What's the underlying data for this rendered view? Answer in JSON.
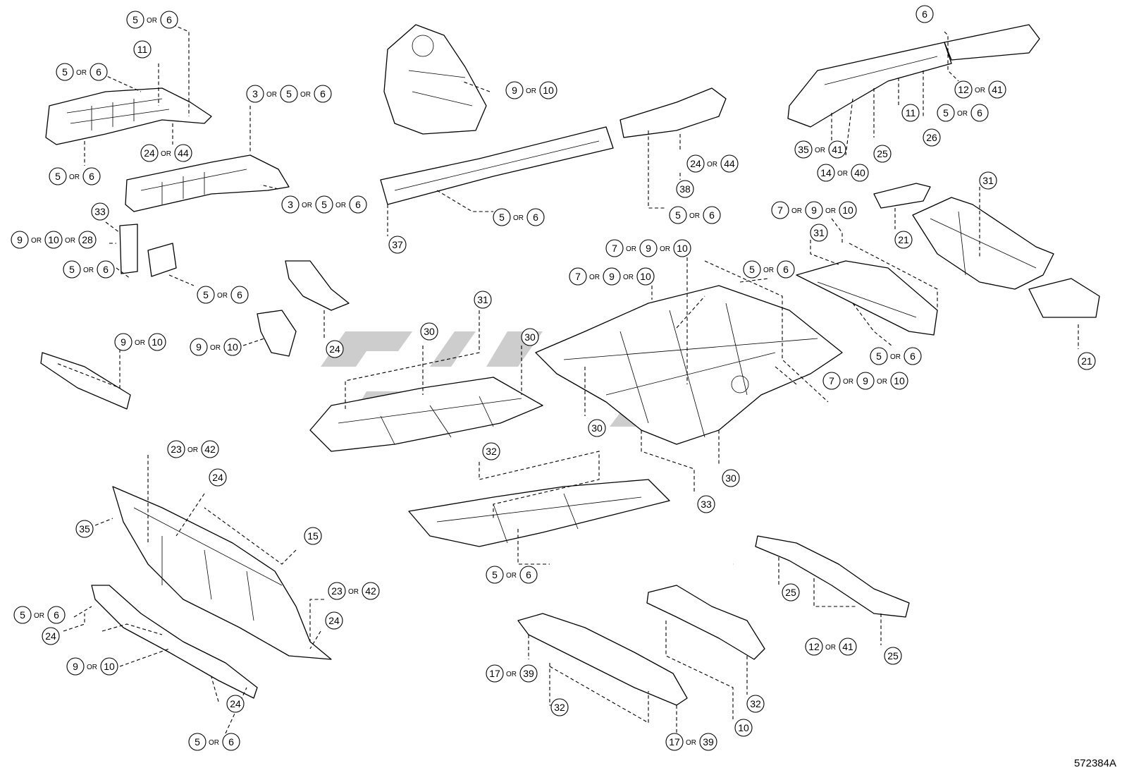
{
  "figure_code": "572384A",
  "connector_word": "OR",
  "callouts": [
    {
      "id": "c1",
      "parts": [
        "5",
        "6"
      ]
    },
    {
      "id": "c2",
      "parts": [
        "11"
      ]
    },
    {
      "id": "c3",
      "parts": [
        "5",
        "6"
      ]
    },
    {
      "id": "c4",
      "parts": [
        "24",
        "44"
      ]
    },
    {
      "id": "c5",
      "parts": [
        "5",
        "6"
      ]
    },
    {
      "id": "c6",
      "parts": [
        "3",
        "5",
        "6"
      ]
    },
    {
      "id": "c7",
      "parts": [
        "3",
        "5",
        "6"
      ]
    },
    {
      "id": "c8",
      "parts": [
        "9",
        "10"
      ]
    },
    {
      "id": "c9",
      "parts": [
        "5",
        "6"
      ]
    },
    {
      "id": "c10",
      "parts": [
        "37"
      ]
    },
    {
      "id": "c11",
      "parts": [
        "24",
        "44"
      ]
    },
    {
      "id": "c12",
      "parts": [
        "38"
      ]
    },
    {
      "id": "c13",
      "parts": [
        "5",
        "6"
      ]
    },
    {
      "id": "c14",
      "parts": [
        "6"
      ]
    },
    {
      "id": "c15",
      "parts": [
        "12",
        "41"
      ]
    },
    {
      "id": "c16",
      "parts": [
        "5",
        "6"
      ]
    },
    {
      "id": "c17",
      "parts": [
        "11"
      ]
    },
    {
      "id": "c18",
      "parts": [
        "26"
      ]
    },
    {
      "id": "c19",
      "parts": [
        "35",
        "41"
      ]
    },
    {
      "id": "c20",
      "parts": [
        "25"
      ]
    },
    {
      "id": "c21",
      "parts": [
        "14",
        "40"
      ]
    },
    {
      "id": "c22",
      "parts": [
        "33"
      ]
    },
    {
      "id": "c23",
      "parts": [
        "9",
        "10",
        "28"
      ]
    },
    {
      "id": "c24",
      "parts": [
        "5",
        "6"
      ]
    },
    {
      "id": "c25",
      "parts": [
        "5",
        "6"
      ]
    },
    {
      "id": "c26",
      "parts": [
        "7",
        "9",
        "10"
      ]
    },
    {
      "id": "c27",
      "parts": [
        "31"
      ]
    },
    {
      "id": "c28",
      "parts": [
        "21"
      ]
    },
    {
      "id": "c29",
      "parts": [
        "31"
      ]
    },
    {
      "id": "c30",
      "parts": [
        "7",
        "9",
        "10"
      ]
    },
    {
      "id": "c31",
      "parts": [
        "7",
        "9",
        "10"
      ]
    },
    {
      "id": "c32",
      "parts": [
        "5",
        "6"
      ]
    },
    {
      "id": "c33",
      "parts": [
        "9",
        "10"
      ]
    },
    {
      "id": "c34",
      "parts": [
        "9",
        "10"
      ]
    },
    {
      "id": "c35",
      "parts": [
        "24"
      ]
    },
    {
      "id": "c36",
      "parts": [
        "31"
      ]
    },
    {
      "id": "c37",
      "parts": [
        "30"
      ]
    },
    {
      "id": "c38",
      "parts": [
        "30"
      ]
    },
    {
      "id": "c39",
      "parts": [
        "5",
        "6"
      ]
    },
    {
      "id": "c40",
      "parts": [
        "21"
      ]
    },
    {
      "id": "c41",
      "parts": [
        "7",
        "9",
        "10"
      ]
    },
    {
      "id": "c42",
      "parts": [
        "30"
      ]
    },
    {
      "id": "c43",
      "parts": [
        "30"
      ]
    },
    {
      "id": "c44",
      "parts": [
        "32"
      ]
    },
    {
      "id": "c45",
      "parts": [
        "33"
      ]
    },
    {
      "id": "c46",
      "parts": [
        "23",
        "42"
      ]
    },
    {
      "id": "c47",
      "parts": [
        "24"
      ]
    },
    {
      "id": "c48",
      "parts": [
        "35"
      ]
    },
    {
      "id": "c49",
      "parts": [
        "15"
      ]
    },
    {
      "id": "c50",
      "parts": [
        "5",
        "6"
      ]
    },
    {
      "id": "c51",
      "parts": [
        "23",
        "42"
      ]
    },
    {
      "id": "c52",
      "parts": [
        "5",
        "6"
      ]
    },
    {
      "id": "c53",
      "parts": [
        "24"
      ]
    },
    {
      "id": "c54",
      "parts": [
        "24"
      ]
    },
    {
      "id": "c55",
      "parts": [
        "9",
        "10"
      ]
    },
    {
      "id": "c56",
      "parts": [
        "24"
      ]
    },
    {
      "id": "c57",
      "parts": [
        "5",
        "6"
      ]
    },
    {
      "id": "c58",
      "parts": [
        "25"
      ]
    },
    {
      "id": "c59",
      "parts": [
        "12",
        "41"
      ]
    },
    {
      "id": "c60",
      "parts": [
        "25"
      ]
    },
    {
      "id": "c61",
      "parts": [
        "17",
        "39"
      ]
    },
    {
      "id": "c62",
      "parts": [
        "32"
      ]
    },
    {
      "id": "c63",
      "parts": [
        "17",
        "39"
      ]
    },
    {
      "id": "c64",
      "parts": [
        "10"
      ]
    },
    {
      "id": "c65",
      "parts": [
        "32"
      ]
    }
  ]
}
